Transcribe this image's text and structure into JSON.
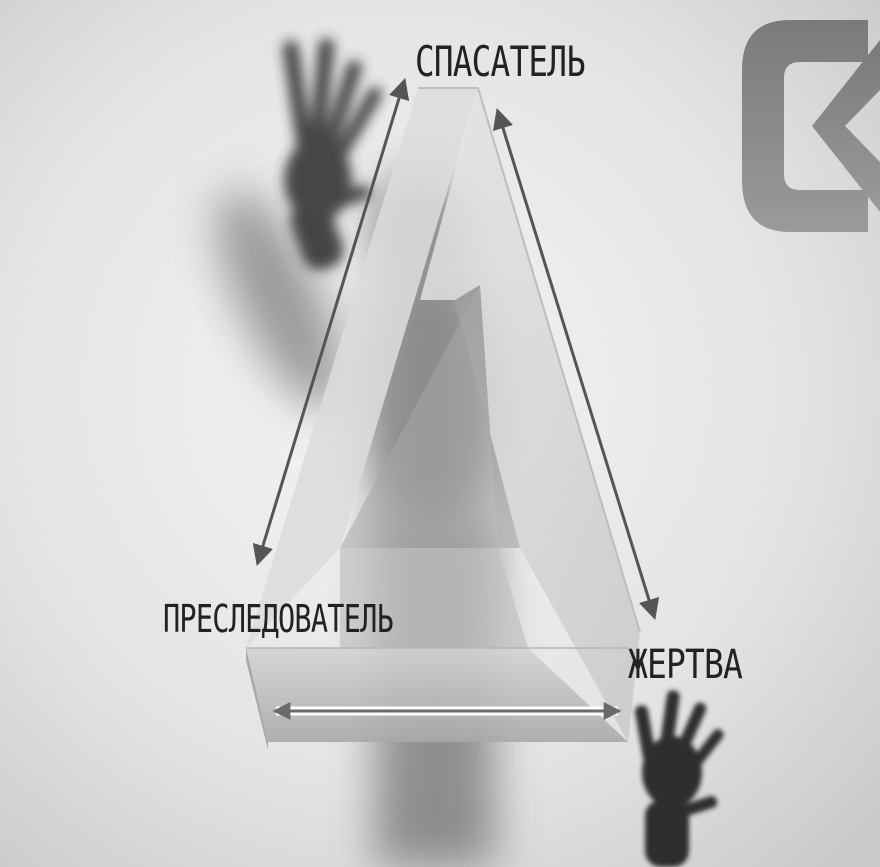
{
  "diagram": {
    "labels": {
      "top": "СПАСАТЕЛЬ",
      "left": "ПРЕСЛЕДОВАТЕЛЬ",
      "right": "ЖЕРТВА"
    },
    "logo": {
      "text": "СК"
    }
  }
}
